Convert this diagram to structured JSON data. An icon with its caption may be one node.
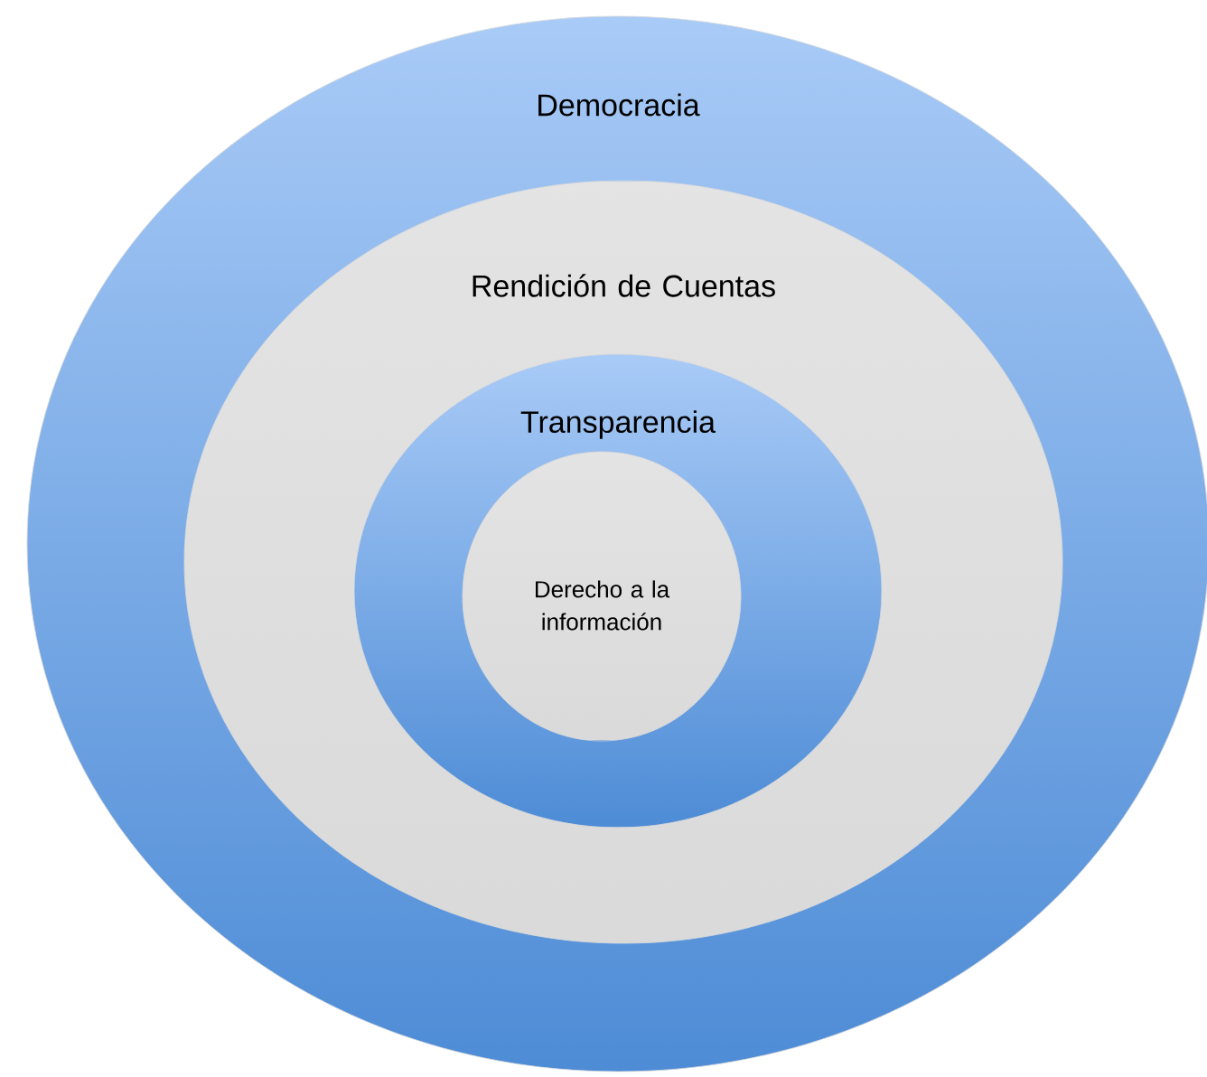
{
  "diagram": {
    "nodes": [
      {
        "text": [
          "Democracia"
        ]
      },
      {
        "text": [
          "Rendición de Cuentas"
        ],
        "in": 0
      },
      {
        "text": [
          "Transparencia"
        ],
        "in": 1
      },
      {
        "text": [
          "Derecho a la información"
        ],
        "in": 2
      }
    ]
  }
}
